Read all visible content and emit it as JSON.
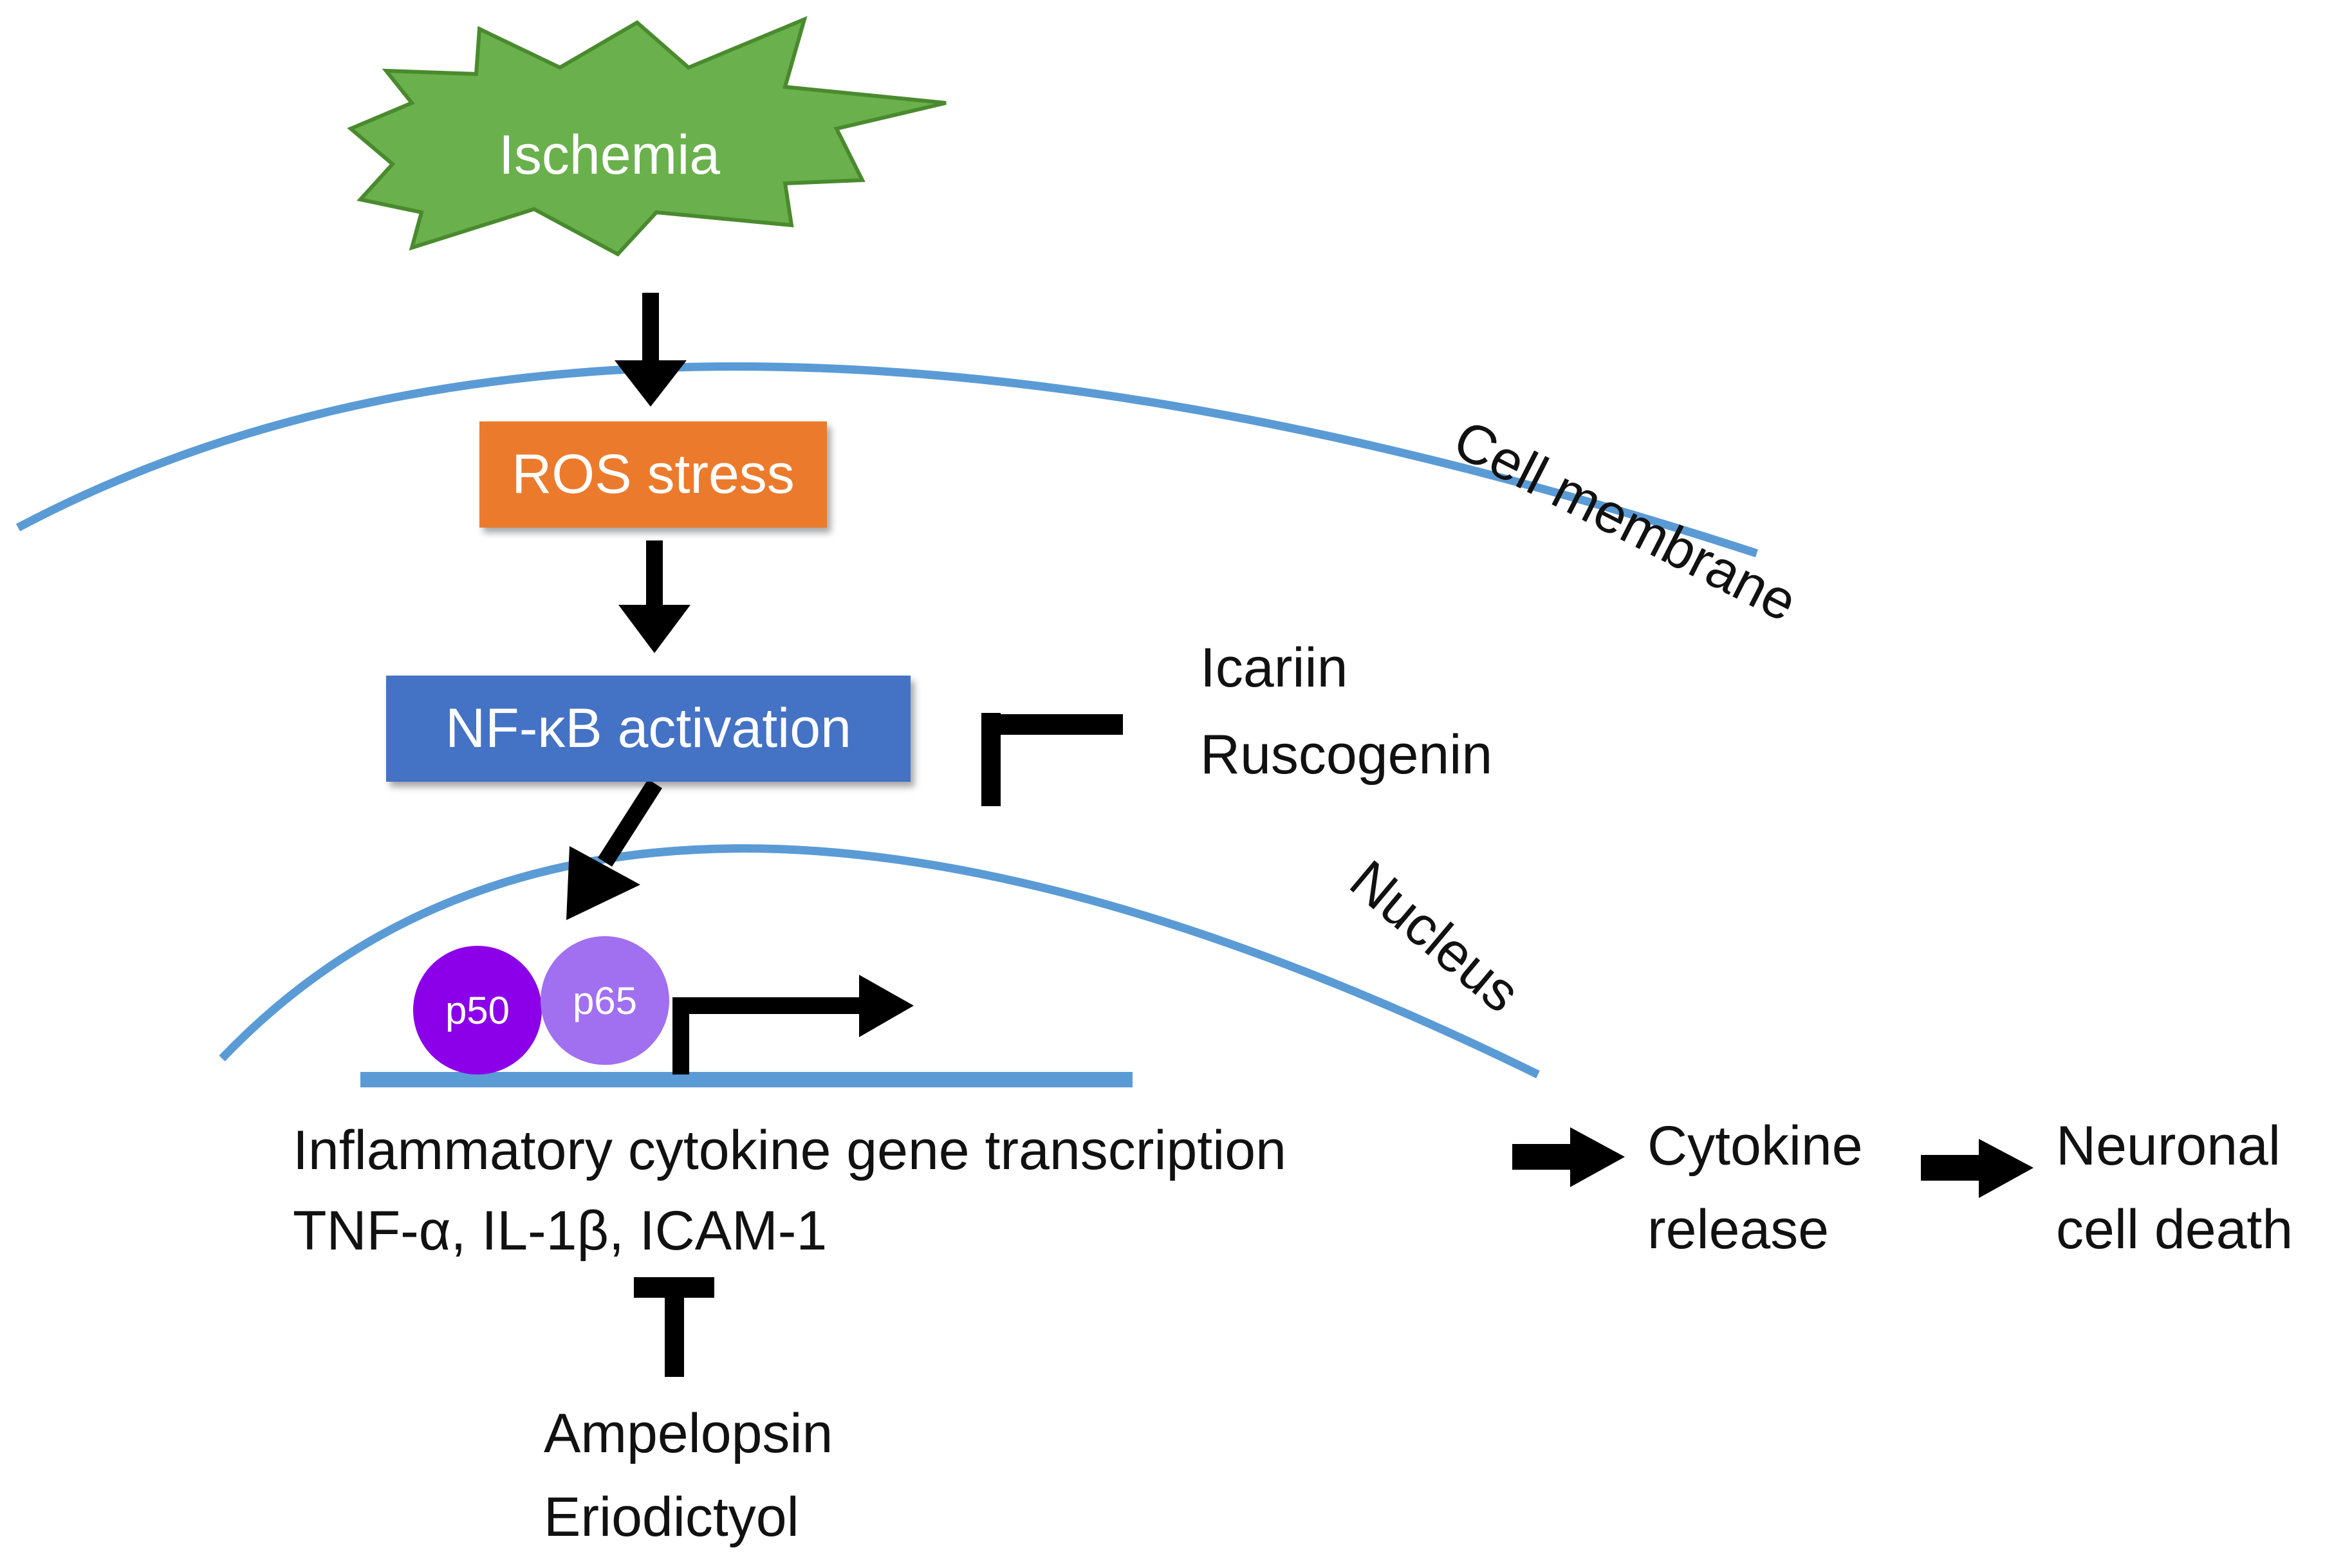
{
  "colors": {
    "ischemia": "#6ab04c",
    "ros": "#ec7a2c",
    "nfkb": "#4472c4",
    "p50": "#8b00e8",
    "p65": "#a070f0",
    "membrane": "#5b9bd5",
    "arrow": "#000000"
  },
  "ischemia": {
    "label": "Ischemia"
  },
  "ros": {
    "label": "ROS stress"
  },
  "nfkb": {
    "label": "NF-κB activation"
  },
  "membrane": {
    "label": "Cell membrane"
  },
  "nucleus": {
    "label": "Nucleus"
  },
  "p50": {
    "label": "p50"
  },
  "p65": {
    "label": "p65"
  },
  "inhibitors_top": {
    "line1": "Icariin",
    "line2": "Ruscogenin"
  },
  "transcription": {
    "line1": "Inflammatory cytokine gene transcription",
    "line2": "TNF-α, IL-1β, ICAM-1"
  },
  "inhibitors_bottom": {
    "line1": "Ampelopsin",
    "line2": "Eriodictyol"
  },
  "cytokine_release": {
    "line1": "Cytokine",
    "line2": "release"
  },
  "neuronal_death": {
    "line1": "Neuronal",
    "line2": "cell death"
  }
}
